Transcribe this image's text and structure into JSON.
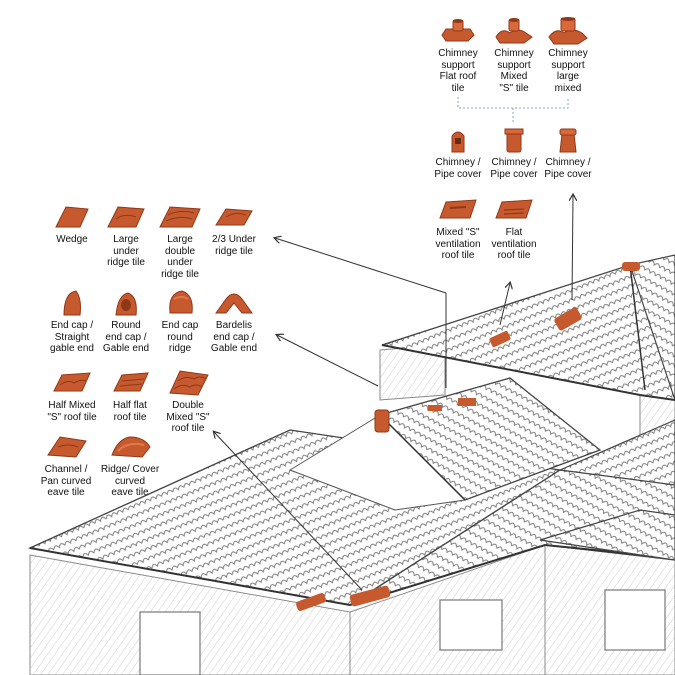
{
  "colors": {
    "tile": "#c65a2e",
    "tile_dark": "#8f3818",
    "tile_light": "#e07a48",
    "line": "#333333",
    "sketch": "#9a9a9a"
  },
  "chimney_parts": [
    {
      "label": "Chimney\nsupport\nFlat roof\ntile",
      "icon": "chimney-support-flat-tile-icon"
    },
    {
      "label": "Chimney\nsupport\nMixed\n\"S\" tile",
      "icon": "chimney-support-mixed-s-tile-icon"
    },
    {
      "label": "Chimney\nsupport\nlarge\nmixed",
      "icon": "chimney-support-large-mixed-icon"
    },
    {
      "label": "Chimney /\nPipe cover",
      "icon": "chimney-pipe-cover-icon"
    },
    {
      "label": "Chimney /\nPipe cover",
      "icon": "chimney-pipe-cover-icon"
    },
    {
      "label": "Chimney /\nPipe cover",
      "icon": "chimney-pipe-cover-icon"
    }
  ],
  "ventilation_parts": [
    {
      "label": "Mixed \"S\"\nventilation\nroof tile",
      "icon": "mixed-s-ventilation-tile-icon"
    },
    {
      "label": "Flat\nventilation\nroof tile",
      "icon": "flat-ventilation-tile-icon"
    }
  ],
  "ridge_parts": [
    {
      "label": "Wedge",
      "icon": "wedge-tile-icon"
    },
    {
      "label": "Large\nunder\nridge tile",
      "icon": "large-under-ridge-tile-icon"
    },
    {
      "label": "Large\ndouble\nunder\nridge tile",
      "icon": "large-double-under-ridge-tile-icon"
    },
    {
      "label": "2/3 Under\nridge tile",
      "icon": "two-thirds-under-ridge-tile-icon"
    }
  ],
  "end_caps": [
    {
      "label": "End cap /\nStraight\ngable end",
      "icon": "end-cap-straight-gable-icon"
    },
    {
      "label": "Round\nend cap /\nGable end",
      "icon": "round-end-cap-gable-icon"
    },
    {
      "label": "End cap\nround\nridge",
      "icon": "end-cap-round-ridge-icon"
    },
    {
      "label": "Bardelis\nend cap /\nGable end",
      "icon": "bardelis-end-cap-icon"
    }
  ],
  "roof_tiles": [
    {
      "label": "Half Mixed\n\"S\" roof tile",
      "icon": "half-mixed-s-roof-tile-icon"
    },
    {
      "label": "Half flat\nroof tile",
      "icon": "half-flat-roof-tile-icon"
    },
    {
      "label": "Double\nMixed \"S\"\nroof tile",
      "icon": "double-mixed-s-roof-tile-icon"
    }
  ],
  "eave_tiles": [
    {
      "label": "Channel /\nPan curved\neave tile",
      "icon": "channel-pan-curved-eave-tile-icon"
    },
    {
      "label": "Ridge/ Cover\ncurved\neave tile",
      "icon": "ridge-cover-curved-eave-tile-icon"
    }
  ]
}
